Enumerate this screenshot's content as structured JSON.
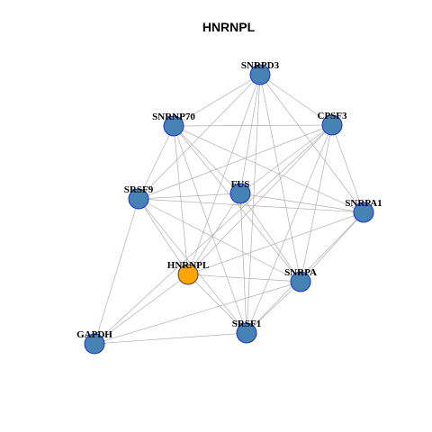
{
  "title": "HNRNPL",
  "colors": {
    "background": "#ffffff",
    "edge": "#b0b0b0",
    "node_fill": "#4682b4",
    "node_stroke": "#1a33cc",
    "highlight_fill": "#ffa500",
    "highlight_stroke": "#444444"
  },
  "graph": {
    "highlight": "HNRNPL",
    "nodes": [
      {
        "id": "SNRPD3",
        "label": "SNRPD3"
      },
      {
        "id": "SNRNP70",
        "label": "SNRNP70"
      },
      {
        "id": "CPSF3",
        "label": "CPSF3"
      },
      {
        "id": "FUS",
        "label": "FUS"
      },
      {
        "id": "SRSF9",
        "label": "SRSF9"
      },
      {
        "id": "SNRPA1",
        "label": "SNRPA1"
      },
      {
        "id": "HNRNPL",
        "label": "HNRNPL"
      },
      {
        "id": "SNRPA",
        "label": "SNRPA"
      },
      {
        "id": "SRSF1",
        "label": "SRSF1"
      },
      {
        "id": "GAPDH",
        "label": "GAPDH"
      }
    ],
    "edges": [
      [
        "SNRPD3",
        "SNRNP70"
      ],
      [
        "SNRPD3",
        "CPSF3"
      ],
      [
        "SNRPD3",
        "FUS"
      ],
      [
        "SNRPD3",
        "SRSF9"
      ],
      [
        "SNRPD3",
        "SNRPA1"
      ],
      [
        "SNRPD3",
        "HNRNPL"
      ],
      [
        "SNRPD3",
        "SNRPA"
      ],
      [
        "SNRPD3",
        "SRSF1"
      ],
      [
        "SNRNP70",
        "CPSF3"
      ],
      [
        "SNRNP70",
        "FUS"
      ],
      [
        "SNRNP70",
        "SRSF9"
      ],
      [
        "SNRNP70",
        "SNRPA1"
      ],
      [
        "SNRNP70",
        "HNRNPL"
      ],
      [
        "SNRNP70",
        "SNRPA"
      ],
      [
        "SNRNP70",
        "SRSF1"
      ],
      [
        "CPSF3",
        "FUS"
      ],
      [
        "CPSF3",
        "SRSF9"
      ],
      [
        "CPSF3",
        "SNRPA1"
      ],
      [
        "CPSF3",
        "HNRNPL"
      ],
      [
        "CPSF3",
        "SNRPA"
      ],
      [
        "CPSF3",
        "SRSF1"
      ],
      [
        "CPSF3",
        "GAPDH"
      ],
      [
        "FUS",
        "SRSF9"
      ],
      [
        "FUS",
        "SNRPA1"
      ],
      [
        "FUS",
        "HNRNPL"
      ],
      [
        "FUS",
        "SNRPA"
      ],
      [
        "FUS",
        "SRSF1"
      ],
      [
        "SRSF9",
        "SNRPA1"
      ],
      [
        "SRSF9",
        "HNRNPL"
      ],
      [
        "SRSF9",
        "SNRPA"
      ],
      [
        "SRSF9",
        "SRSF1"
      ],
      [
        "SRSF9",
        "GAPDH"
      ],
      [
        "SNRPA1",
        "HNRNPL"
      ],
      [
        "SNRPA1",
        "SNRPA"
      ],
      [
        "SNRPA1",
        "SRSF1"
      ],
      [
        "HNRNPL",
        "SNRPA"
      ],
      [
        "HNRNPL",
        "SRSF1"
      ],
      [
        "HNRNPL",
        "GAPDH"
      ],
      [
        "SNRPA",
        "SRSF1"
      ],
      [
        "SNRPA",
        "GAPDH"
      ],
      [
        "SRSF1",
        "GAPDH"
      ]
    ]
  }
}
